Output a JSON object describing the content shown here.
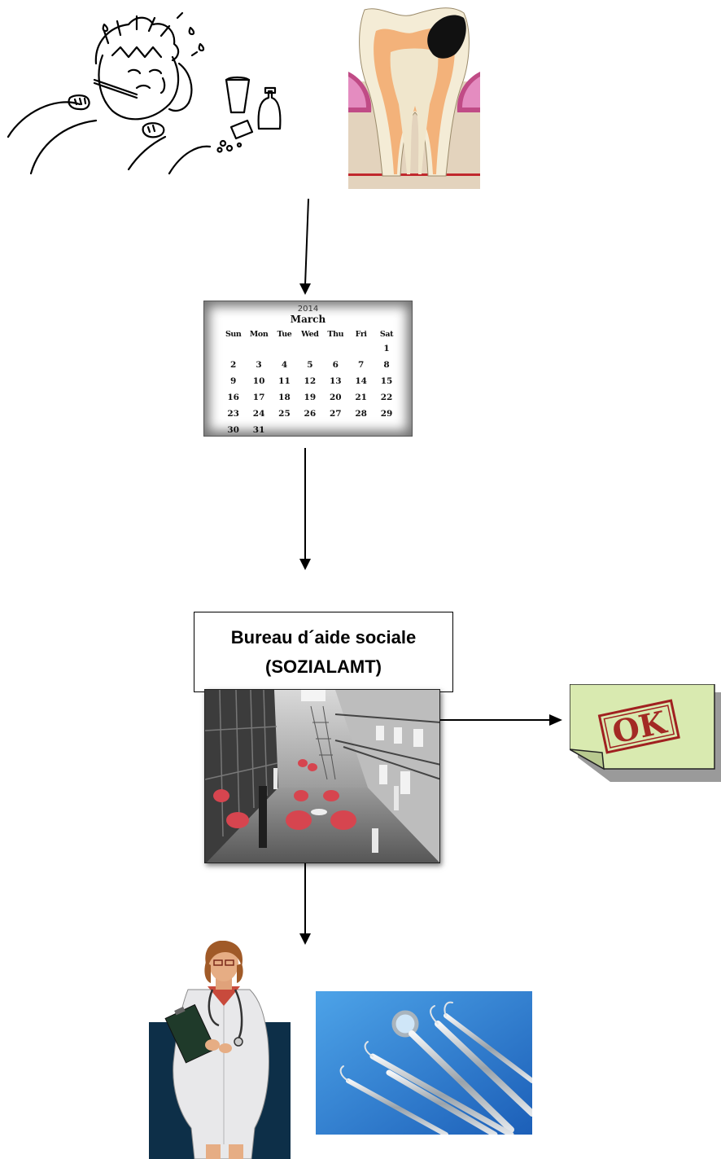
{
  "calendar": {
    "year": "2014",
    "month": "March",
    "weekdays": [
      "Sun",
      "Mon",
      "Tue",
      "Wed",
      "Thu",
      "Fri",
      "Sat"
    ],
    "weeks": [
      [
        "",
        "",
        "",
        "",
        "",
        "",
        "1"
      ],
      [
        "2",
        "3",
        "4",
        "5",
        "6",
        "7",
        "8"
      ],
      [
        "9",
        "10",
        "11",
        "12",
        "13",
        "14",
        "15"
      ],
      [
        "16",
        "17",
        "18",
        "19",
        "20",
        "21",
        "22"
      ],
      [
        "23",
        "24",
        "25",
        "26",
        "27",
        "28",
        "29"
      ],
      [
        "30",
        "31",
        "",
        "",
        "",
        "",
        ""
      ]
    ]
  },
  "office": {
    "line1": "Bureau d´aide sociale",
    "line2": "(SOZIALAMT)"
  },
  "ok_stamp": "OK",
  "icons": [
    "sick-child-icon",
    "tooth-cavity-icon",
    "doctor-icon",
    "dental-instruments-icon",
    "ok-document-icon",
    "building-interior-icon"
  ]
}
